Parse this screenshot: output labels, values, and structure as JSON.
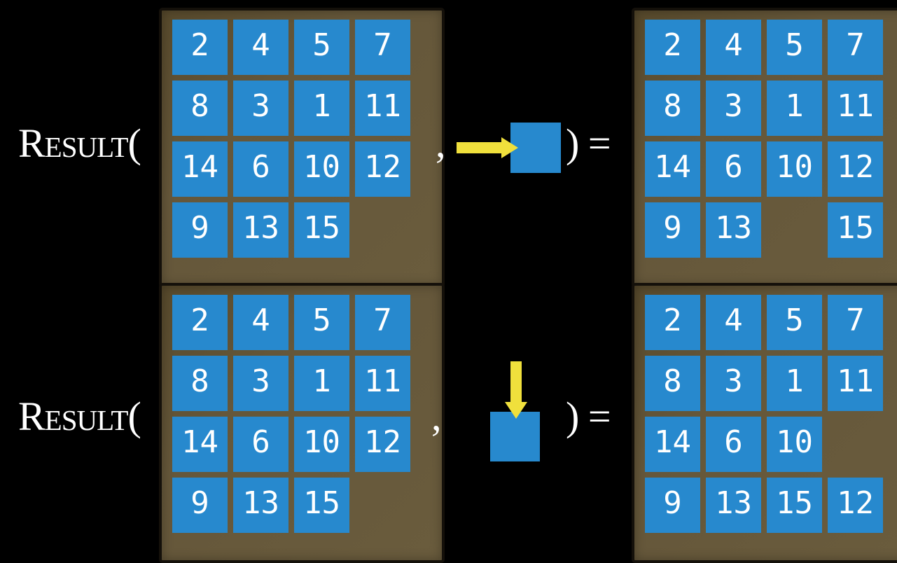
{
  "figure": {
    "description": "RESULT function examples for the 15-puzzle",
    "colors": {
      "background": "#000000",
      "tile_blue": "#2789CE",
      "frame_brown": "#65573A",
      "frame_border": "#14100A",
      "arrow_yellow": "#F0E03C",
      "text": "#FFFFFF"
    }
  },
  "examples": [
    {
      "name": "move-right-example",
      "function_label": "Result(",
      "comma": ",",
      "action_icon": "arrow-right",
      "close_equals": ") ="
    },
    {
      "name": "move-down-example",
      "function_label": "Result(",
      "comma": ",",
      "action_icon": "arrow-down",
      "close_equals": ") ="
    }
  ],
  "grids": [
    {
      "name": "initial-state-top",
      "rows": [
        [
          "2",
          "4",
          "5",
          "7"
        ],
        [
          "8",
          "3",
          "1",
          "11"
        ],
        [
          "14",
          "6",
          "10",
          "12"
        ],
        [
          "9",
          "13",
          "15",
          ""
        ]
      ]
    },
    {
      "name": "result-after-move-right",
      "rows": [
        [
          "2",
          "4",
          "5",
          "7"
        ],
        [
          "8",
          "3",
          "1",
          "11"
        ],
        [
          "14",
          "6",
          "10",
          "12"
        ],
        [
          "9",
          "13",
          "",
          "15"
        ]
      ]
    },
    {
      "name": "initial-state-bottom",
      "rows": [
        [
          "2",
          "4",
          "5",
          "7"
        ],
        [
          "8",
          "3",
          "1",
          "11"
        ],
        [
          "14",
          "6",
          "10",
          "12"
        ],
        [
          "9",
          "13",
          "15",
          ""
        ]
      ]
    },
    {
      "name": "result-after-move-down",
      "rows": [
        [
          "2",
          "4",
          "5",
          "7"
        ],
        [
          "8",
          "3",
          "1",
          "11"
        ],
        [
          "14",
          "6",
          "10",
          ""
        ],
        [
          "9",
          "13",
          "15",
          "12"
        ]
      ]
    }
  ]
}
